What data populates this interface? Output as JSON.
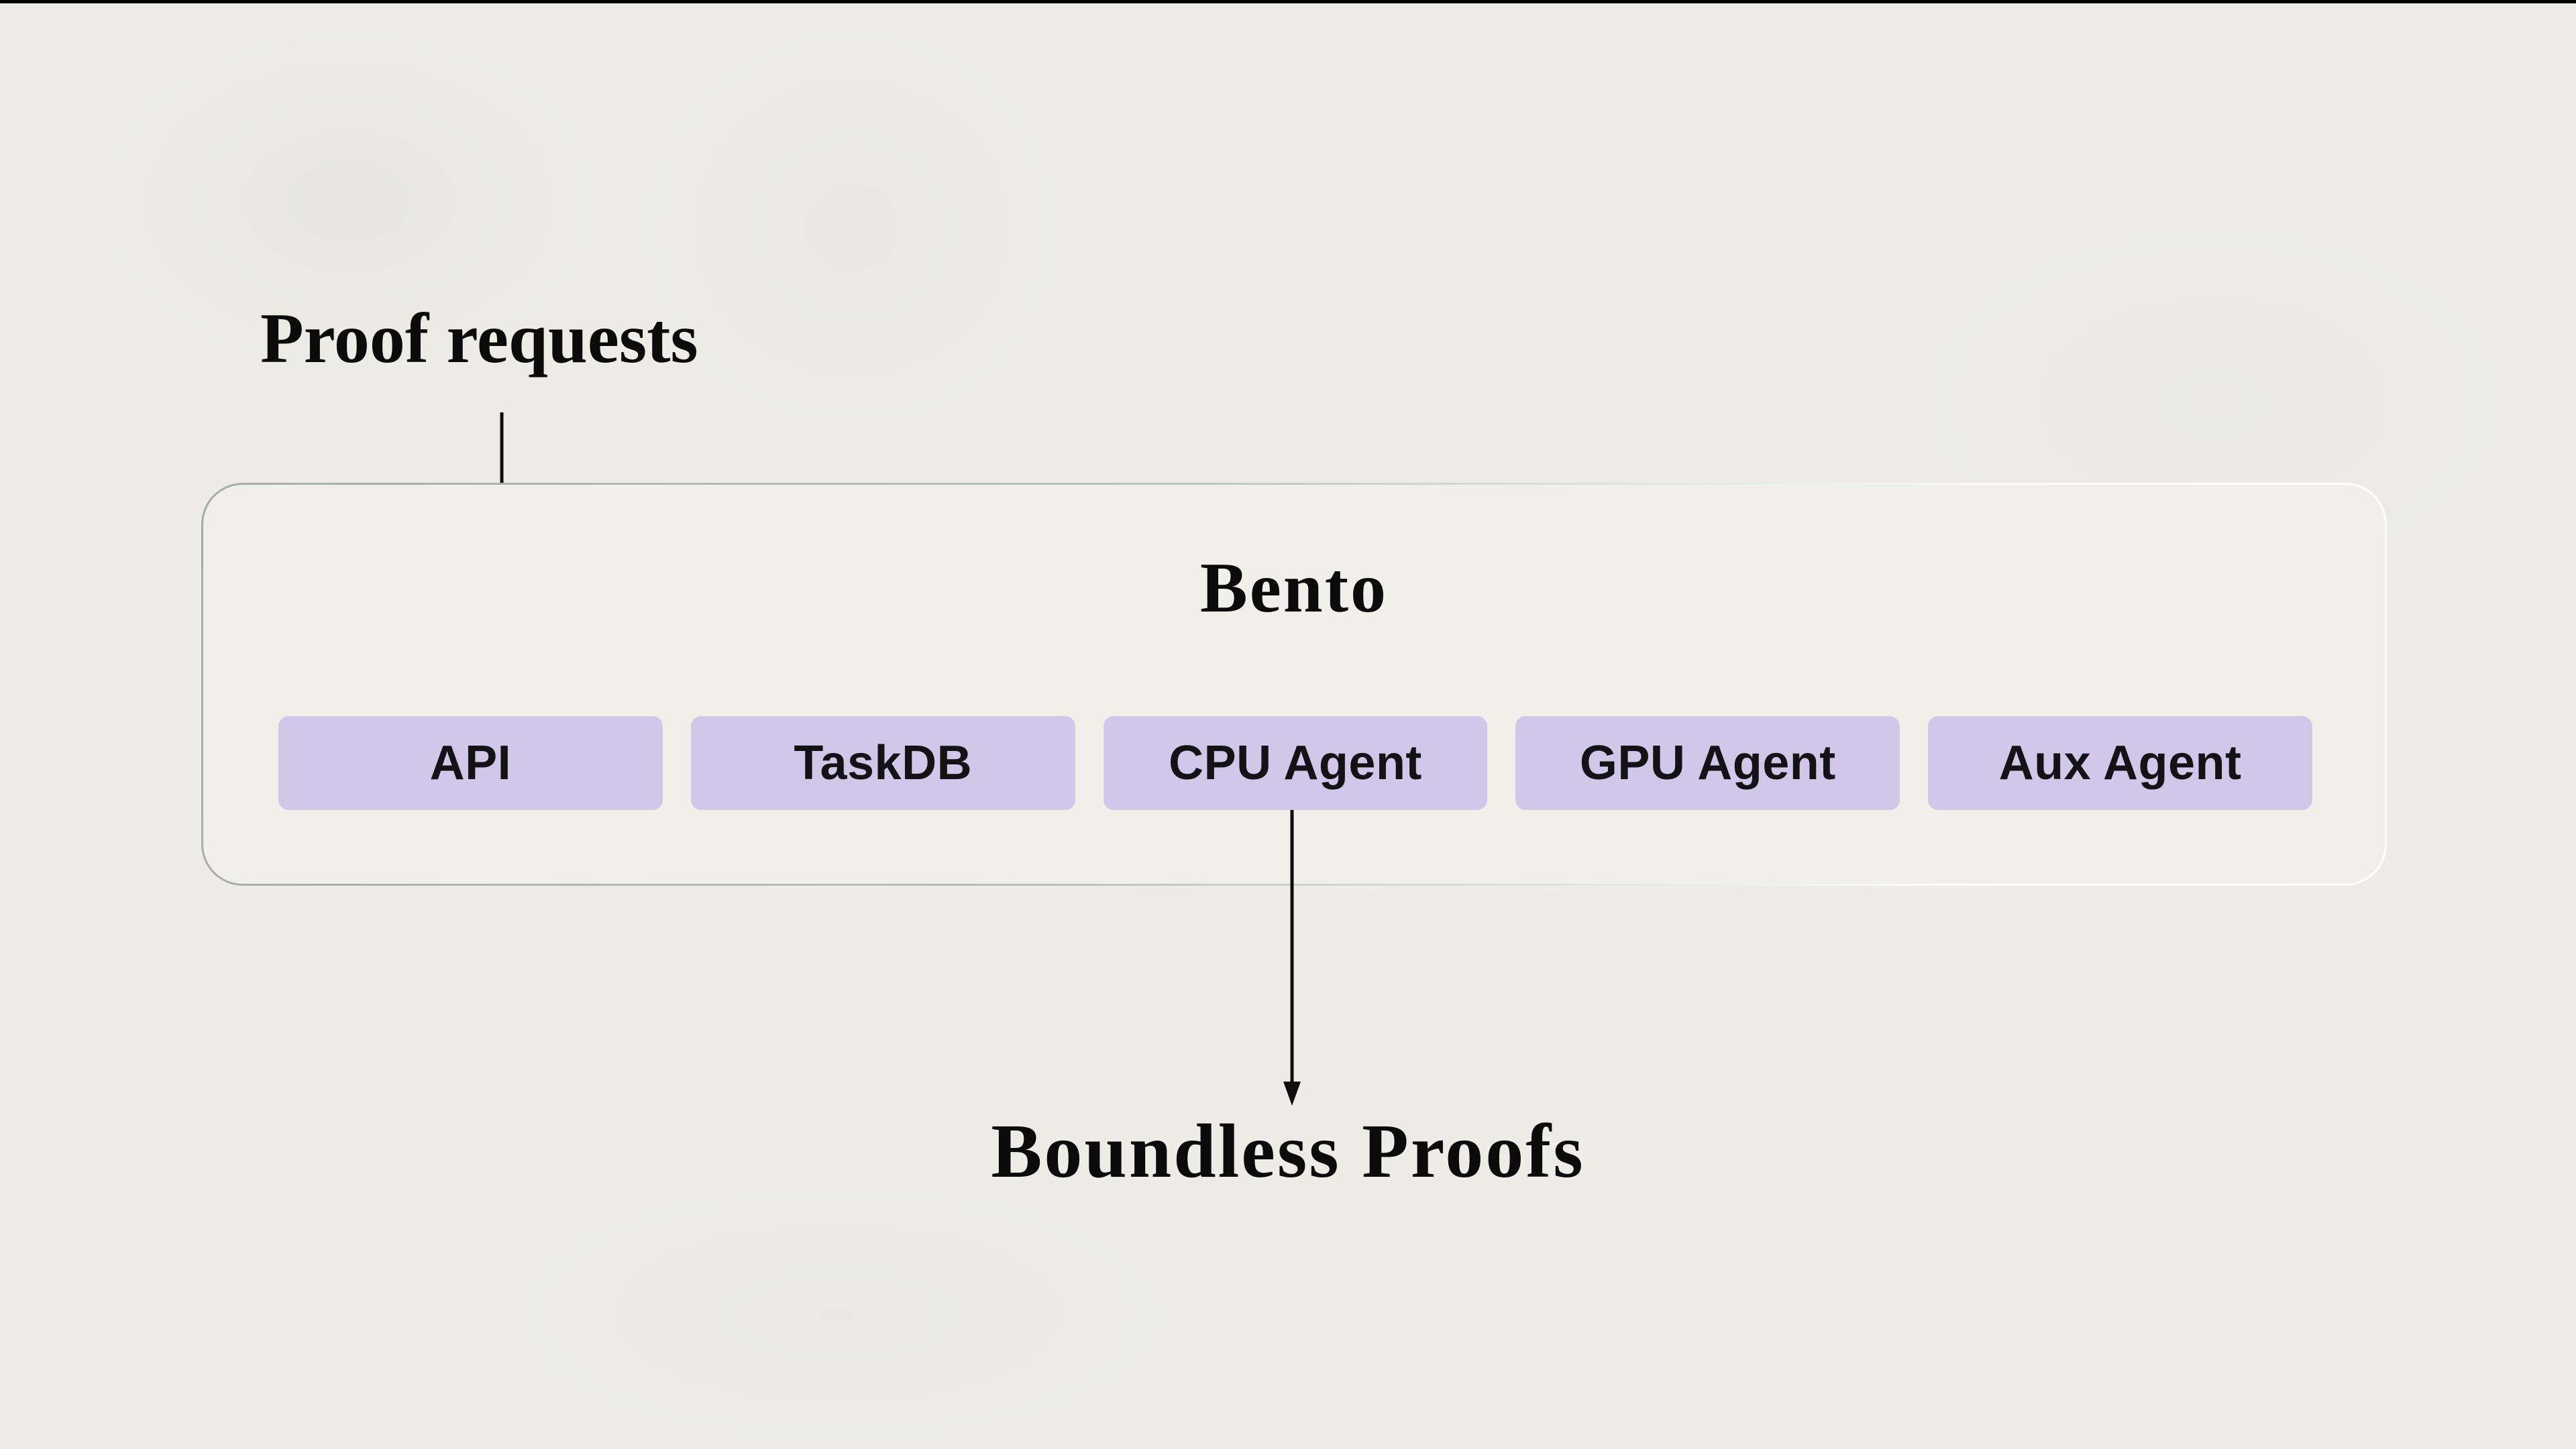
{
  "page": {
    "title": "Bento architecture diagram"
  },
  "labels": {
    "proof_requests": "Proof requests",
    "boundless_proofs": "Boundless Proofs"
  },
  "bento": {
    "title": "Bento",
    "nodes": [
      {
        "label": "API"
      },
      {
        "label": "TaskDB"
      },
      {
        "label": "CPU Agent"
      },
      {
        "label": "GPU Agent"
      },
      {
        "label": "Aux Agent"
      }
    ]
  },
  "arrows": [
    {
      "name": "proof-requests-to-api",
      "direction": "down"
    },
    {
      "name": "cpu-agent-to-boundless-proofs",
      "direction": "down"
    }
  ],
  "colors": {
    "background": "#edece6",
    "top_strip": "#000000",
    "panel_background": "#f0efe9",
    "panel_border_start": "#a6aba7",
    "panel_border_mid": "#b4c2b7",
    "panel_border_end": "#ffffff",
    "node_fill": "#d1c8e9",
    "node_text": "#121217",
    "heading_text": "#0b0b0b",
    "arrow": "#0e0e0e"
  }
}
